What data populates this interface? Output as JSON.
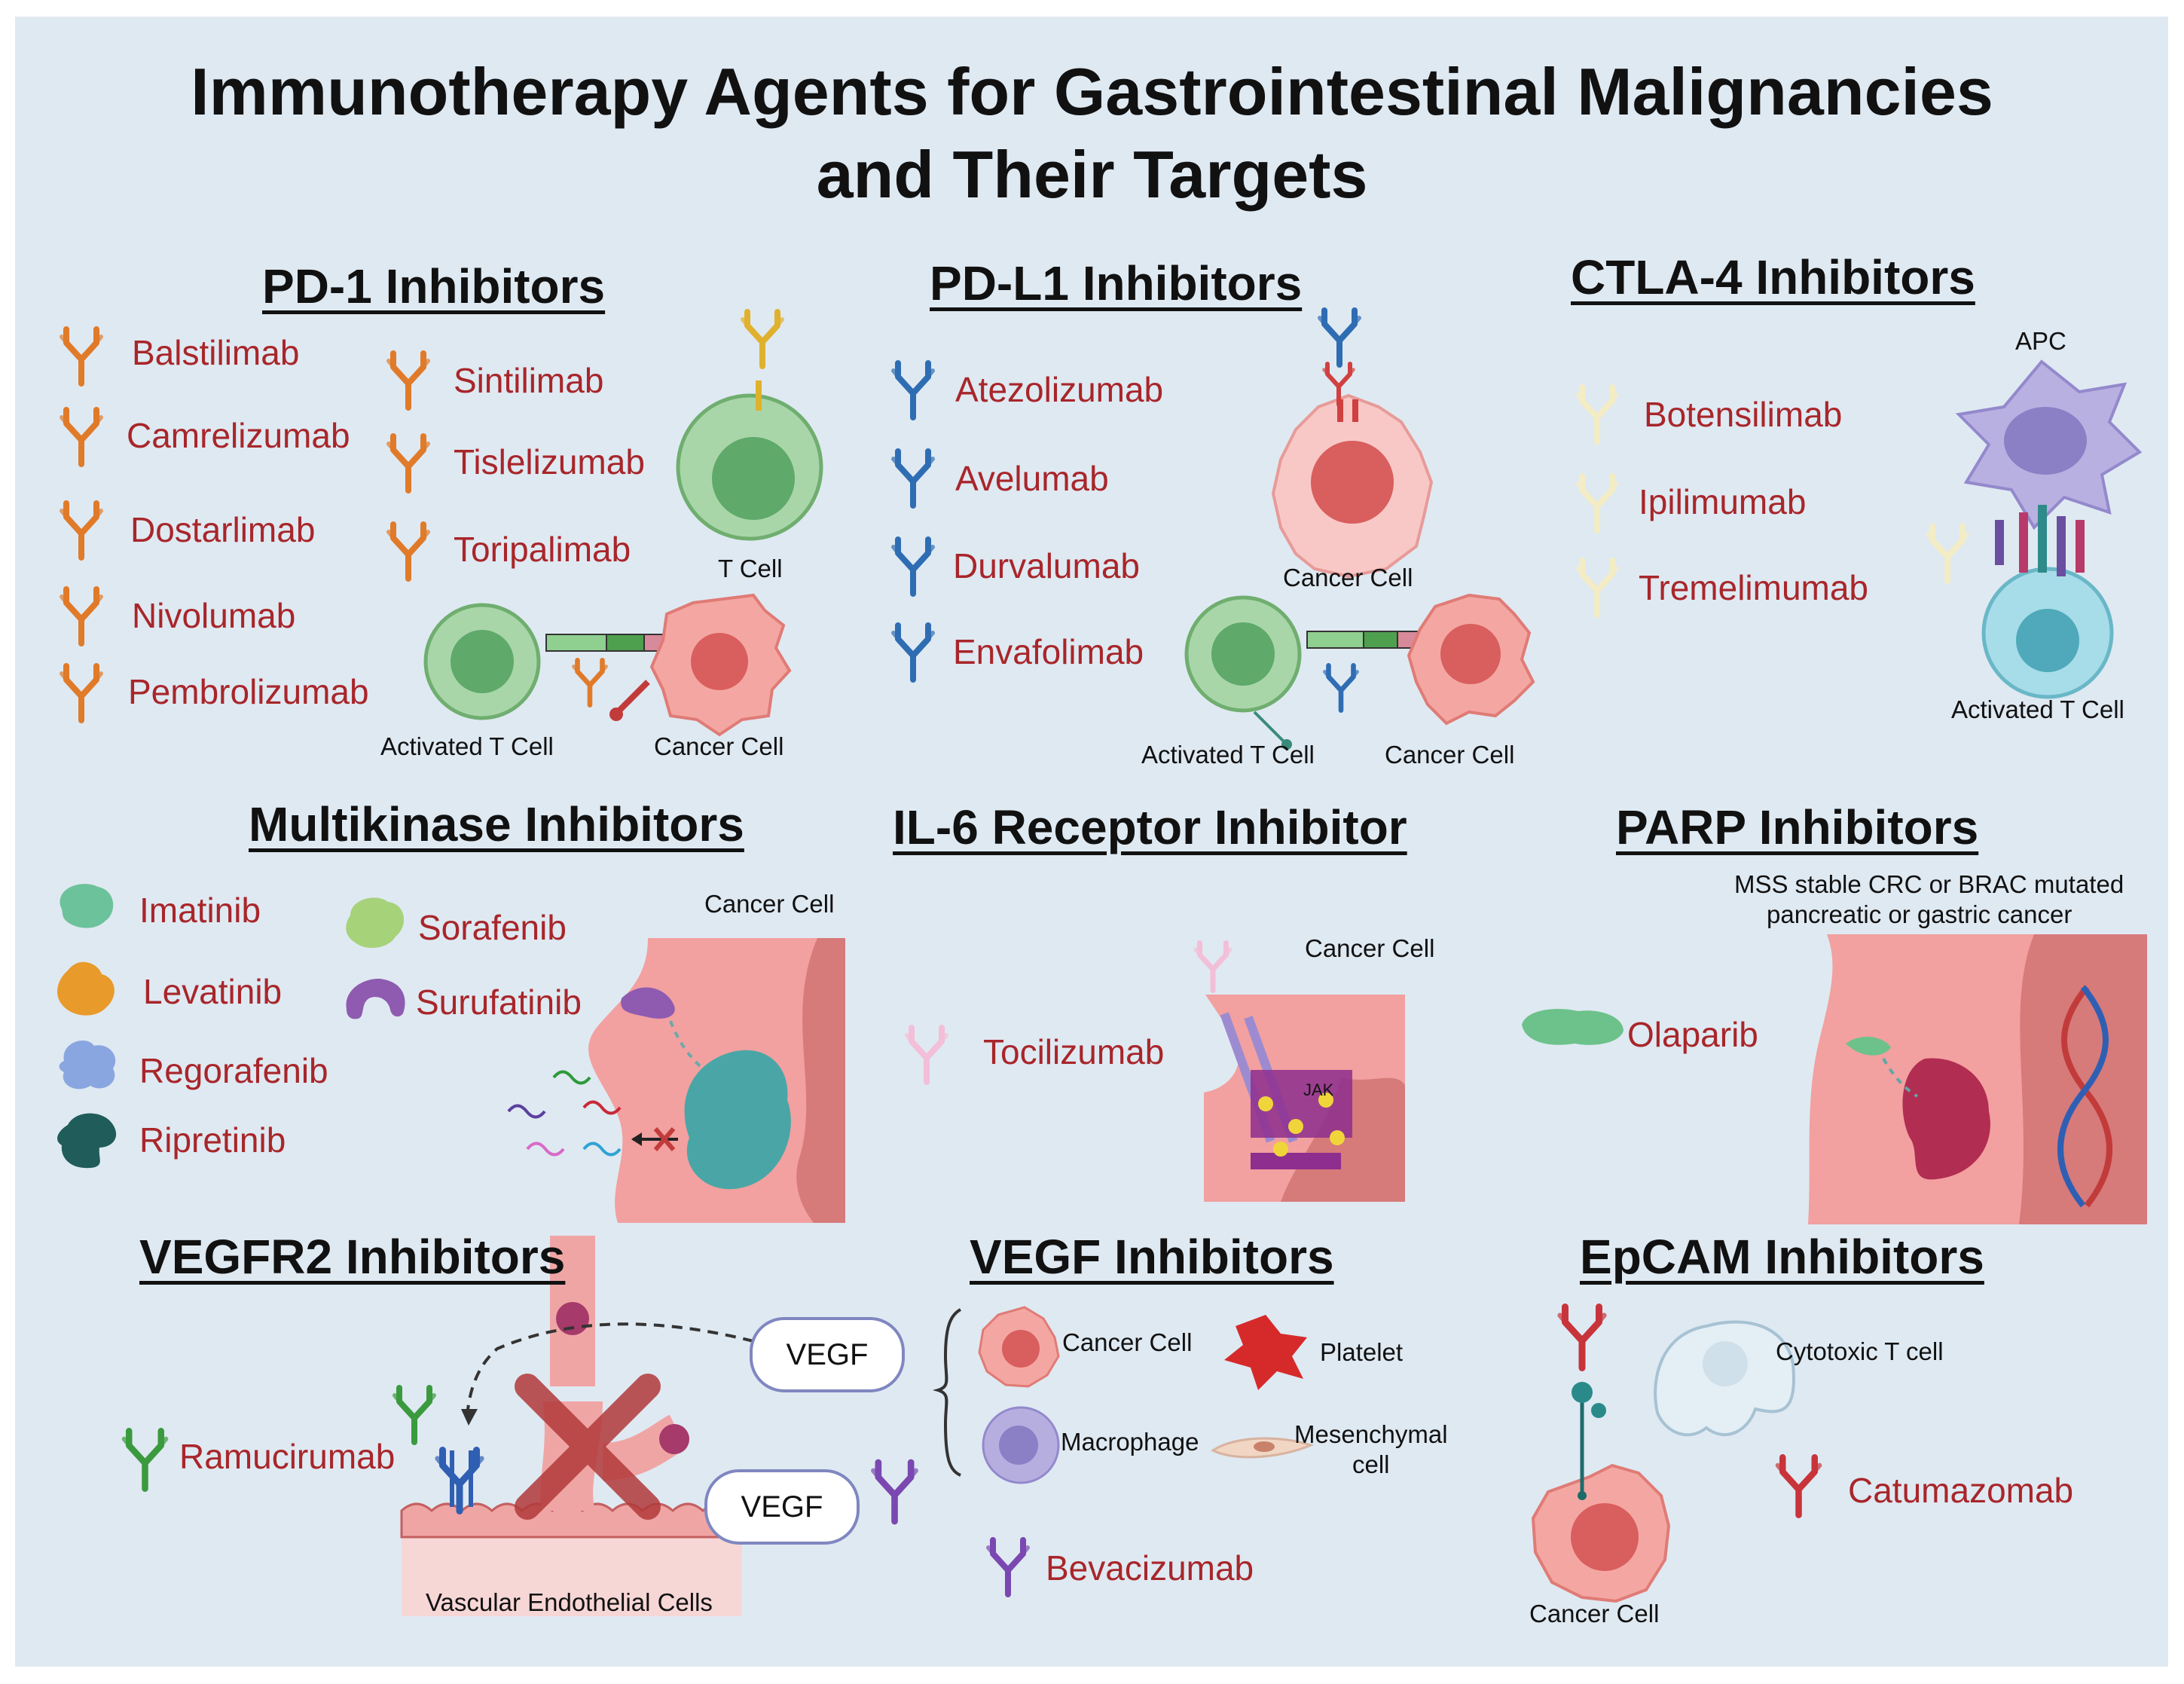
{
  "title_line1": "Immunotherapy Agents for Gastrointestinal Malignancies",
  "title_line2": "and Their Targets",
  "colors": {
    "background": "#dfe9f2",
    "drug_text": "#a8262a",
    "pd1_antibody": "#e07b2a",
    "pdl1_antibody": "#2f6db3",
    "ctla4_antibody": "#f3ecc4",
    "il6_antibody": "#f3bfd8",
    "vegfr2_antibody": "#3b9a3e",
    "vegf_antibody": "#7a48b0",
    "epcam_antibody": "#c8343b",
    "cancer_cell": "#f2a0a0",
    "t_cell": "#9ecf9e"
  },
  "sections": {
    "pd1": {
      "heading": "PD-1 Inhibitors",
      "drugs": [
        "Balstilimab",
        "Camrelizumab",
        "Dostarlimab",
        "Nivolumab",
        "Pembrolizumab",
        "Sintilimab",
        "Tislelizumab",
        "Toripalimab"
      ],
      "labels": {
        "t_cell": "T Cell",
        "activated_t_cell": "Activated T Cell",
        "cancer_cell": "Cancer Cell"
      }
    },
    "pdl1": {
      "heading": "PD-L1 Inhibitors",
      "drugs": [
        "Atezolizumab",
        "Avelumab",
        "Durvalumab",
        "Envafolimab"
      ],
      "labels": {
        "cancer_cell_top": "Cancer Cell",
        "activated_t_cell": "Activated T Cell",
        "cancer_cell": "Cancer Cell"
      }
    },
    "ctla4": {
      "heading": "CTLA-4 Inhibitors",
      "drugs": [
        "Botensilimab",
        "Ipilimumab",
        "Tremelimumab"
      ],
      "labels": {
        "apc": "APC",
        "activated_t_cell": "Activated T Cell"
      }
    },
    "multikinase": {
      "heading": "Multikinase Inhibitors",
      "drugs": [
        "Imatinib",
        "Levatinib",
        "Regorafenib",
        "Ripretinib",
        "Sorafenib",
        "Surufatinib"
      ],
      "labels": {
        "cancer_cell": "Cancer Cell"
      }
    },
    "il6": {
      "heading": "IL-6 Receptor Inhibitor",
      "drugs": [
        "Tocilizumab"
      ],
      "labels": {
        "cancer_cell": "Cancer Cell",
        "jak": "JAK"
      }
    },
    "parp": {
      "heading": "PARP Inhibitors",
      "drugs": [
        "Olaparib"
      ],
      "labels": {
        "note_line1": "MSS stable CRC or BRAC mutated",
        "note_line2": "pancreatic or gastric cancer"
      }
    },
    "vegfr2": {
      "heading": "VEGFR2 Inhibitors",
      "drugs": [
        "Ramucirumab"
      ],
      "labels": {
        "vascular": "Vascular Endothelial Cells",
        "vegf_top": "VEGF",
        "vegf_bottom": "VEGF"
      }
    },
    "vegf": {
      "heading": "VEGF Inhibitors",
      "drugs": [
        "Bevacizumab"
      ],
      "labels": {
        "cancer_cell": "Cancer Cell",
        "platelet": "Platelet",
        "macrophage": "Macrophage",
        "mesenchymal_line1": "Mesenchymal",
        "mesenchymal_line2": "cell"
      }
    },
    "epcam": {
      "heading": "EpCAM Inhibitors",
      "drugs": [
        "Catumazomab"
      ],
      "labels": {
        "cytotoxic": "Cytotoxic T cell",
        "cancer_cell": "Cancer Cell"
      }
    }
  }
}
